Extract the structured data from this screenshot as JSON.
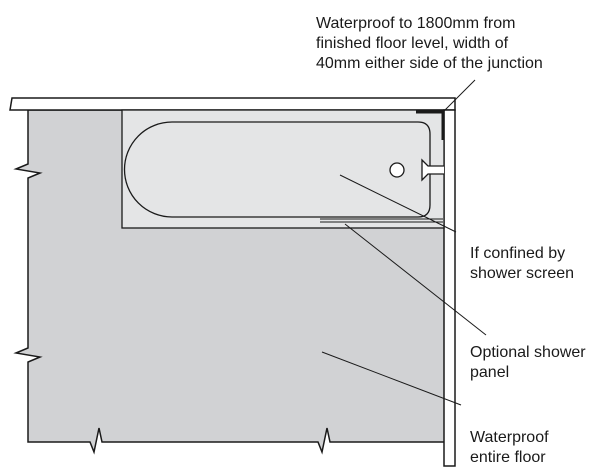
{
  "labels": {
    "waterproof_junction": [
      "Waterproof to 1800mm from",
      "finished floor level, width of",
      "40mm either side of the junction"
    ],
    "shower_screen": [
      "If confined by",
      "shower screen"
    ],
    "shower_panel": [
      "Optional shower",
      "panel"
    ],
    "entire_floor": [
      "Waterproof",
      "entire floor"
    ]
  },
  "colors": {
    "floor": "#d1d2d4",
    "bath": "#e4e5e6",
    "wall": "#ffffff",
    "line": "#1a1a1a"
  }
}
